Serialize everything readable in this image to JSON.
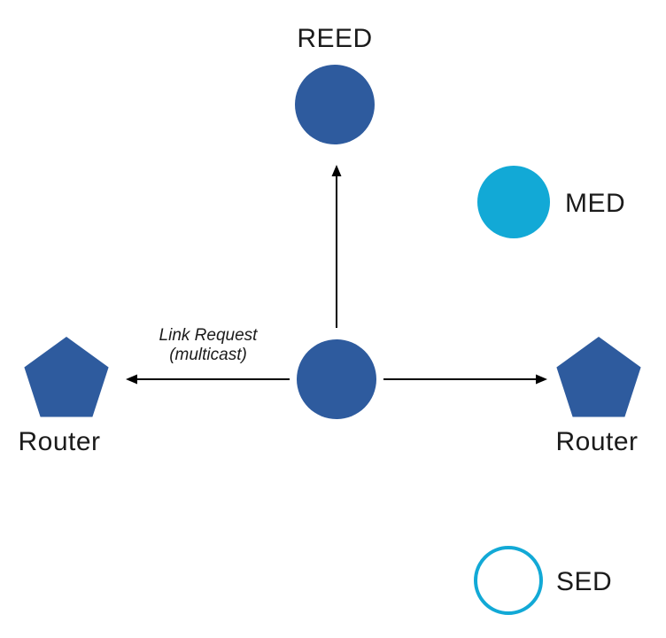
{
  "diagram": {
    "colors": {
      "node_primary": "#2e5b9e",
      "node_accent": "#12a9d6",
      "arrow": "#000000",
      "text": "#1b1b1b",
      "background": "#ffffff"
    },
    "nodes": {
      "reed": {
        "label": "REED",
        "shape": "circle-filled"
      },
      "med": {
        "label": "MED",
        "shape": "circle-filled"
      },
      "sed": {
        "label": "SED",
        "shape": "circle-outline"
      },
      "router_left": {
        "label": "Router",
        "shape": "pentagon-filled"
      },
      "router_right": {
        "label": "Router",
        "shape": "pentagon-filled"
      },
      "center": {
        "label": "",
        "shape": "circle-filled"
      }
    },
    "annotation": {
      "line1": "Link Request",
      "line2": "(multicast)"
    },
    "edges": [
      {
        "from": "center",
        "to": "reed",
        "type": "arrow"
      },
      {
        "from": "center",
        "to": "router_left",
        "type": "arrow"
      },
      {
        "from": "center",
        "to": "router_right",
        "type": "arrow"
      }
    ]
  }
}
